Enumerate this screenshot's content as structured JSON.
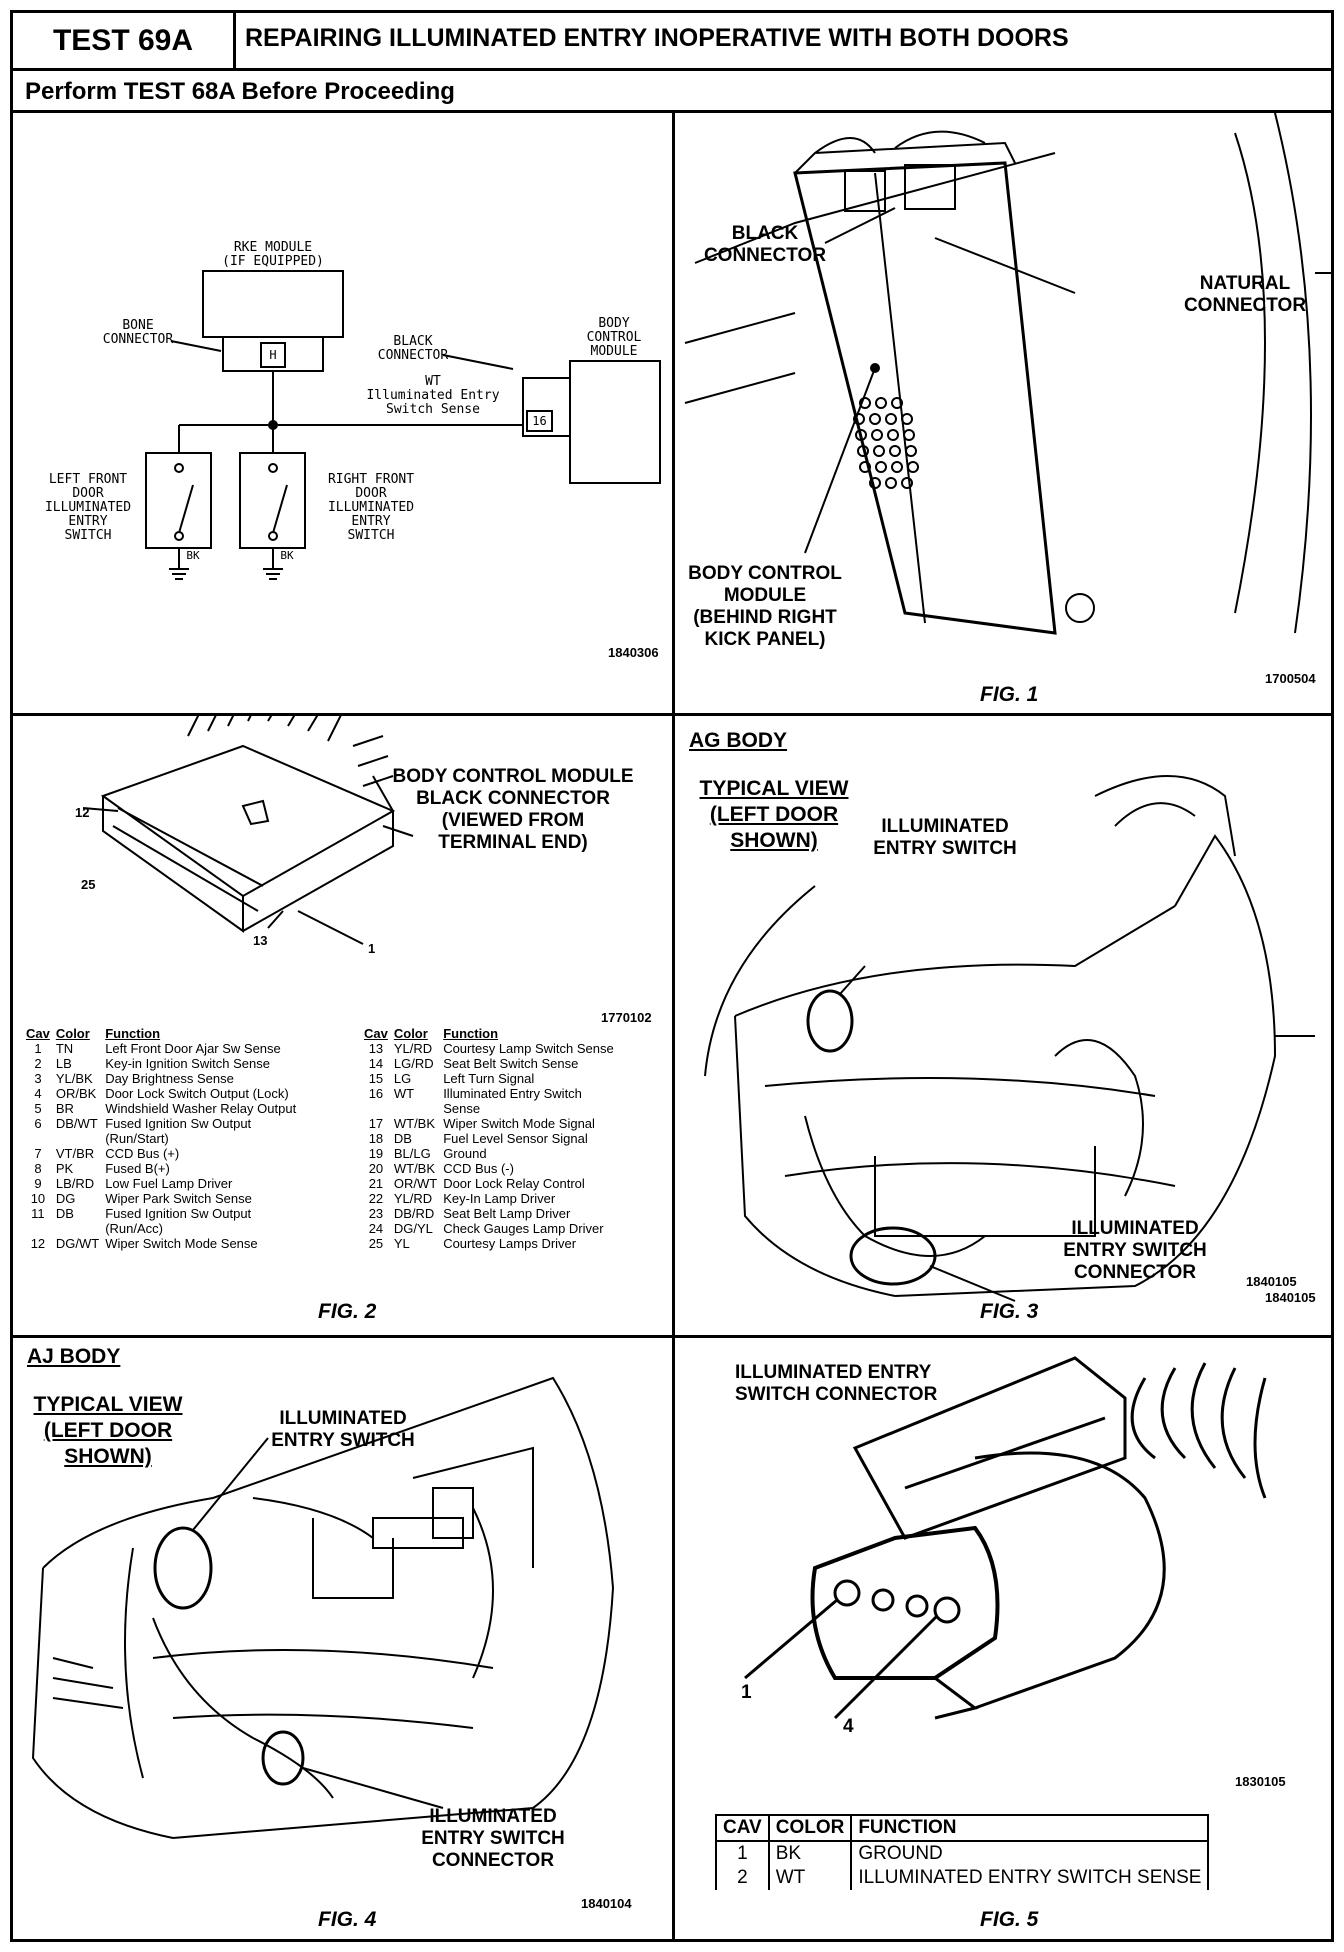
{
  "header": {
    "test_id": "TEST 69A",
    "title": "REPAIRING ILLUMINATED ENTRY INOPERATIVE WITH BOTH DOORS",
    "prereq": "Perform TEST 68A Before Proceeding"
  },
  "schematic": {
    "rke_module": [
      "RKE MODULE",
      "(IF EQUIPPED)"
    ],
    "bone_connector": [
      "BONE",
      "CONNECTOR"
    ],
    "black_connector": [
      "BLACK",
      "CONNECTOR"
    ],
    "bcm": [
      "BODY",
      "CONTROL",
      "MODULE"
    ],
    "wire_color": "WT",
    "wire_function": [
      "Illuminated Entry",
      "Switch Sense"
    ],
    "pin_h": "H",
    "pin_16": "16",
    "left_switch": [
      "LEFT FRONT",
      "DOOR",
      "ILLUMINATED",
      "ENTRY",
      "SWITCH"
    ],
    "right_switch": [
      "RIGHT FRONT",
      "DOOR",
      "ILLUMINATED",
      "ENTRY",
      "SWITCH"
    ],
    "ground_color": "BK",
    "image_id": "1840306"
  },
  "fig1": {
    "black_connector": [
      "BLACK",
      "CONNECTOR"
    ],
    "natural_connector": [
      "NATURAL",
      "CONNECTOR"
    ],
    "bcm_label": [
      "BODY CONTROL",
      "MODULE",
      "(BEHIND RIGHT",
      "KICK PANEL)"
    ],
    "image_id": "1700504",
    "caption": "FIG. 1"
  },
  "fig2": {
    "title": [
      "BODY CONTROL MODULE",
      "BLACK CONNECTOR",
      "(VIEWED FROM",
      "TERMINAL END)"
    ],
    "pin_labels": {
      "p12": "12",
      "p25": "25",
      "p13": "13",
      "p1": "1"
    },
    "image_id": "1770102",
    "caption": "FIG. 2",
    "headers": {
      "cav": "Cav",
      "color": "Color",
      "function": "Function"
    },
    "left_rows": [
      [
        "1",
        "TN",
        "Left Front Door Ajar Sw Sense"
      ],
      [
        "2",
        "LB",
        "Key-in Ignition Switch Sense"
      ],
      [
        "3",
        "YL/BK",
        "Day Brightness Sense"
      ],
      [
        "4",
        "OR/BK",
        "Door Lock Switch Output (Lock)"
      ],
      [
        "5",
        "BR",
        "Windshield Washer Relay Output"
      ],
      [
        "6",
        "DB/WT",
        "Fused Ignition Sw Output"
      ],
      [
        "",
        "",
        "(Run/Start)"
      ],
      [
        "7",
        "VT/BR",
        "CCD Bus (+)"
      ],
      [
        "8",
        "PK",
        "Fused B(+)"
      ],
      [
        "9",
        "LB/RD",
        "Low Fuel Lamp Driver"
      ],
      [
        "10",
        "DG",
        "Wiper Park Switch Sense"
      ],
      [
        "11",
        "DB",
        "Fused Ignition Sw Output"
      ],
      [
        "",
        "",
        "(Run/Acc)"
      ],
      [
        "12",
        "DG/WT",
        "Wiper Switch Mode Sense"
      ]
    ],
    "right_rows": [
      [
        "13",
        "YL/RD",
        "Courtesy Lamp Switch Sense"
      ],
      [
        "14",
        "LG/RD",
        "Seat Belt Switch Sense"
      ],
      [
        "15",
        "LG",
        "Left Turn Signal"
      ],
      [
        "16",
        "WT",
        "Illuminated Entry Switch"
      ],
      [
        "",
        "",
        "Sense"
      ],
      [
        "17",
        "WT/BK",
        "Wiper Switch Mode Signal"
      ],
      [
        "18",
        "DB",
        "Fuel Level Sensor Signal"
      ],
      [
        "19",
        "BL/LG",
        "Ground"
      ],
      [
        "20",
        "WT/BK",
        "CCD Bus (-)"
      ],
      [
        "21",
        "OR/WT",
        "Door Lock Relay Control"
      ],
      [
        "22",
        "YL/RD",
        "Key-In Lamp Driver"
      ],
      [
        "23",
        "DB/RD",
        "Seat Belt Lamp Driver"
      ],
      [
        "24",
        "DG/YL",
        "Check Gauges Lamp Driver"
      ],
      [
        "25",
        "YL",
        "Courtesy Lamps Driver"
      ]
    ]
  },
  "fig3": {
    "body": "AG BODY",
    "view": [
      "TYPICAL VIEW",
      "(LEFT DOOR",
      "SHOWN)"
    ],
    "switch": [
      "ILLUMINATED",
      "ENTRY SWITCH"
    ],
    "connector": [
      "ILLUMINATED",
      "ENTRY SWITCH",
      "CONNECTOR"
    ],
    "image_id_1": "1840105",
    "image_id_2": "1840105",
    "caption": "FIG. 3"
  },
  "fig4": {
    "body": "AJ BODY",
    "view": [
      "TYPICAL VIEW",
      "(LEFT DOOR",
      "SHOWN)"
    ],
    "switch": [
      "ILLUMINATED",
      "ENTRY SWITCH"
    ],
    "connector": [
      "ILLUMINATED",
      "ENTRY SWITCH",
      "CONNECTOR"
    ],
    "image_id": "1840104",
    "caption": "FIG. 4"
  },
  "fig5": {
    "title": [
      "ILLUMINATED ENTRY",
      "SWITCH CONNECTOR"
    ],
    "pin1": "1",
    "pin4": "4",
    "image_id": "1830105",
    "caption": "FIG. 5",
    "headers": {
      "cav": "CAV",
      "color": "COLOR",
      "function": "FUNCTION"
    },
    "rows": [
      [
        "1",
        "BK",
        "GROUND"
      ],
      [
        "2",
        "WT",
        "ILLUMINATED ENTRY SWITCH SENSE"
      ]
    ]
  }
}
